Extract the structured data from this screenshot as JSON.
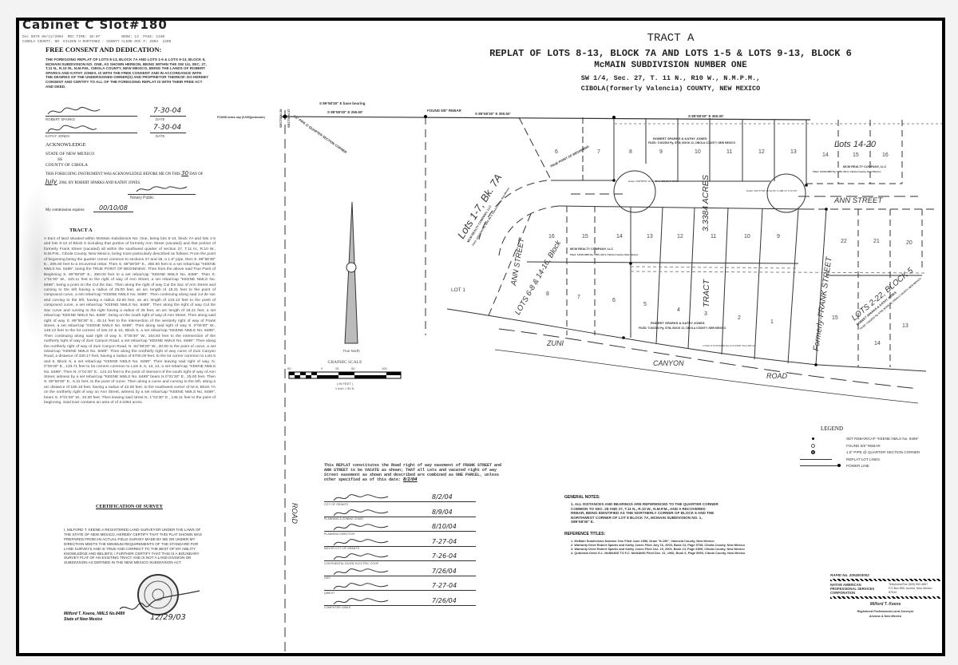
{
  "handwritten_header": "Cabinet C  Slot#180",
  "recording_line_1": "Doc 0679 08/12/2004  REC TIME: 10:07          BOOK: 13  PAGE: 1180",
  "recording_line_2": "CIBOLA COUNTY, NM  EILEEN H MARTINEZ - COUNTY CLERK DOC #: 2004  2209",
  "title": {
    "line1": "TRACT A",
    "line2": "REPLAT OF LOTS 8-13, BLOCK 7A AND LOTS 1-5 & LOTS 9-13, BLOCK 6",
    "line3": "McMAIN SUBDIVISION NUMBER ONE",
    "line4": "SW 1/4, Sec. 27, T. 11 N., R10 W., N.M.P.M.,",
    "line5": "CIBOLA(formerly Valencia) COUNTY, NEW MEXICO"
  },
  "consent": {
    "heading": "FREE CONSENT AND DEDICATION:",
    "text": "THE FOREGOING REPLAT OF LOTS 8-13, BLOCK 7A AND LOTS 1-5 & LOTS 9-13, BLOCK 6, McMAIN SUBDIVISION NO. ONE, AS SHOWN HEREON, BEING WITHIN THE SW 1/4, Sec. 27, T.11 N., R.10 W., N.M.P.M., CIBOLA COUNTY, NEW MEXICO, BEING THE LANDS OF ROBERT SPARKS AND KATHY JONES, IS WITH THE FREE CONSENT AND IN ACCORDANCE WITH THE DESIRES OF THE UNDERSIGNED OWNER(S) AND PROPRIETOR THEREOF. DO HEREBY CONSENT AND CERTIFY TO ALL OF THE FOREGOING REPLAT IS WITH THEIR FREE ACT AND DEED.",
    "signer1": "ROBERT SPARKS",
    "signer1_date": "7-30-04",
    "signer2": "KATHY JONES",
    "signer2_date": "7-30-04",
    "date_label": "DATE"
  },
  "acknowledge": {
    "heading": "ACKNOWLEDGE",
    "state": "STATE OF NEW MEXICO",
    "ss": "SS",
    "county": "COUNTY OF CIBOLA",
    "text_a": "THIS FOREGOING INSTRUMENT WAS ACKNOWLEDGE BEFORE ME ON THIS",
    "day": "30",
    "text_b": "DAY OF",
    "month": "July",
    "text_c": ", 2004, BY ROBERT SPARKS AND KATHY JONES.",
    "notary_label": "Notary Public",
    "commission_label": "My commission expires:",
    "commission_date": "00/10/08"
  },
  "tract": {
    "heading": "TRACT A",
    "description": "A tract of land situated within McMain Subdivision No. One, being lots 8-13, block 7A and lots 1-5 and lots 9-13 of Block 6 including that portion of formerly Ann Street (vacated) and that portion of formerly Frank Street (vacated) all within the southwest quarter of section 27, T.11 N., R.10 W., N.M.P.M., Cibola County, New Mexico, being more particularly described as follows: From the point of beginning being the quarter corner common to sections 27 and 28, a 1.5\" pipe, then S. 89°58'30\" E., 265.50 feet to a recovered rebar. Then S. 89°58'30\" E., 350.50 feet to a set rebar/cap \"KEENE NMLS No. 8489\", being the TRUE POINT OF BEGINNING. Then from the above said True Point of Beginning S. 89°58'30\" E., 360.00 feet to a set rebar/cap \"KEENE NMLS No. 8489\". Then S. 1°01'30\" W., 120.11 feet to the right of way of Ann Street, a set rebar/cap \"KEENE NMLS No. 8489\", being a point on the Cul De Sac. Then along the right of way Cul De Sac of Ann Street and curving to the left having a radius of 25.00 feet, an arc length of 18.21 feet to the point of compound curve, a set rebar/cap \"KEENE NMLS No. 8489\". Then continuing along said cul de sac and curving to the left, having a radius 42.60 feet, an arc length of 133.13 feet to the point of compound curve, a set rebar/cap \"KEENE NMLS No. 8489\". Then along the right of way Cul De Sac curve and curving to the right having a radius of 25 feet, an arc length of 18.21 feet, a set rebar/cap \"KEENE NMLS No. 8489\", being on the south right of way of Ann Street. Then along said right of way S. 89°58'30\" E., 45.14 feet to the intersection of the westerly right of way of Frank Street, a set rebar/cap \"KEENE NMLS No. 8489\". Then along said right of way S. 0°05'30\" W., 148.13 feet to the lot corners of lots 22 & 15, Block 5, a set rebar/cap \"KEENE NMLS No. 8489\". Then continuing along said right of way S. 0°05'30\" W., 164.83 feet to the intersection of the northerly right of way of Zuni Canyon Road, a set rebar/cap \"KEENE NMLS No. 8489\". Then along the northerly right of way of Zuni Canyon Road, N. 84°08'20\" W., 30.00 to the point of curve, a set rebar/cap \"KEENE NMLS No. 8489\". Then along the northerly right of way curve of Zuni Canyon Road, a distance of 330.17 feet, having a radius of 5700.00 feet, to the lot corner common to Lots 5 and 6, Block 6, a set rebar/cap \"KEENE NMLS No. 8489\". Then leaving said right of way, N. 0°05'30\" E., 133.71 feet to lot corners common to Lots 5, 6, 13, 14, a set rebar/cap \"KEENE NMLS No. 8489\". Then N. 0°01'30\" E., 124.24 feet to the point of intersect of the south right of way of Ann Street, witness by a set rebar/cap \"KEENE NMLS No. 8489\" bears N.0°01'30\" E., 25.00 feet. Then S. 89°58'30\" E., 6.31 feet, to the point of curve. Then along a curve and curving to the left, along a arc distance of 180.19 feet, having a radius of 42.00 feet, to the southwest corner of lot 8, Block 7A on the northerly right of way on Ann Street, witness by a set rebar/cap \"KEENE NMLS No. 8489\", bears S. 0°01'30\" W., 20.00 feet. Then leaving said street N. 1°01'30\" E., 145.11 feet to the point of beginning. Said tract contains an area of of 3.3384 acres."
  },
  "certification": {
    "heading": "CERTIFICATION OF SURVEY",
    "text": "I, MILFORD T. KEENE A REGISTERED LAND SURVEYOR UNDER THE LAWS OF THE STATE OF NEW MEXICO, HEREBY CERTIFY THAT THIS PLAT SHOWN WAS PREPARED FROM AN ACTUAL FIELD SURVEY MADE BY ME OR UNDER MY DIRECTION MEETS THE MINIMUM REQUIREMENTS OF THE STANDARD FOR LAND SURVEYS AND IS TRUE AND CORRECT TO THE BEST OF MY ABILITY KNOWLEDGE AND BELIEFS. I FURTHER CERTIFY THAT THIS IS A BOUNDARY SURVEY PLAT OF AN EXISTING TRACT AND IS NOT A LAND DIVISION OR SUBDIVISION AS DEFINED IN THE NEW MEXICO SUBDIVISION ACT.",
    "surveyor": "Milford T. Keene,   NMLS No.8489",
    "state": "State of New Mexico",
    "date": "12/29/03"
  },
  "vacate_note": {
    "text": "This REPLAT constitutes the Road right of way easement of FRANK STREET and ANN STREET to be VACATE as shown; THAT all Lots and vacated right of way Street easement as shown and described are combined as ONE PARCEL, unless other specified as of this date:",
    "date": "8/2/04"
  },
  "approvals": [
    {
      "label": "City of Grants",
      "date": "8/2/04"
    },
    {
      "label": "Planning & Zoning Chair",
      "date": "8/9/04"
    },
    {
      "label": "Planning Director",
      "date": "8/10/04"
    },
    {
      "label": "Mayor City of Grants",
      "date": "7-27-04"
    },
    {
      "label": "Continental Divide Electric Coop",
      "date": "7-26-04"
    },
    {
      "label": "Gas",
      "date": "7/26/04"
    },
    {
      "label": "Qwest",
      "date": "7-27-04"
    },
    {
      "label": "Computer Cable",
      "date": "7/26/04"
    }
  ],
  "general_notes": {
    "heading": "GENERAL NOTES:",
    "items": [
      "1.  ALL DISTANCES AND BEARINGS ARE REFERENCED TO THE QUARTER CORNER COMMON TO SEC. 28 AND 27, T.11 N., R.10 W., N.M.P.M., AND A RECOVERED REBAR, BEING IDENTIFIED AS THE NORTHERLY CORNER OF BLOCK 6 AND THE NORTHWEST CORNER OF LOT 8 BLOCK 7A, McMAIN SUBDIVISION NO. 1, S89°58'30\" E."
    ]
  },
  "reference_titles": {
    "heading": "REFERENCE TITLES:",
    "items": [
      "1.  McMain Subdivision Number One Filed June 1956, Draw \"H-196\", Valencia County, New Mexico",
      "2.  Warranty Deed Robert Sparks and Kathy Jones Filed July 16, 2003, Book 13, Page 5708, Cibola County, New Mexico",
      "3.  Warranty Deed Robert Sparks and Kathy Jones Filed Oct. 15, 2003, Book 13, Page 6805, Cibola County, New Mexico",
      "4.  Quitclaim Deed G.L. McMAINS TO F.C. McMAINS Filed Dec. 31, 1966, Book 6, Page 5055, Cibola County, New Mexico"
    ]
  },
  "legend": {
    "title": "LEGEND",
    "items": [
      {
        "symbol": "filled-dot",
        "label": "SET REBAR/CAP \"KEENE NMLS No. 8489\""
      },
      {
        "symbol": "open-dot",
        "label": "FOUND 5/8\" REBAR"
      },
      {
        "symbol": "circled-dot",
        "label": "1.5\" PIPE @ QUARTER SECTION CORNER"
      },
      {
        "symbol": "solid-line",
        "label": "REPLAT LOT LINES"
      },
      {
        "symbol": "power-line",
        "label": "POWER LINE"
      }
    ]
  },
  "firm": {
    "job": "RAPID No. 2004003002",
    "name": "NATIVE AMERICAN PROFESSIONAL SERVICES CORPORATION",
    "phone": "Telephone/Fax (505) 552-4867",
    "address": "P.O.Box 865, Acoma, New Mexico 87034",
    "surveyor": "Milford T. Keene",
    "role": "Registered Professional Land Surveyor",
    "states": "Arizona & New Mexico"
  },
  "map": {
    "base_bearing": "S 89°58'30\" E base bearing",
    "bearing_1": "S 89°58'30\" E  265.50'",
    "bearing_2": "S 89°58'30\" E  350.50'",
    "bearing_3": "S 89°58'30\" E  360.00'",
    "found_rebar": "FOUND 5/8\" REBAR",
    "found_brass_cap": "FOUND brass cap (0-000)(unknown)",
    "section_28": "SECTION 28",
    "section_27": "SECTION 27",
    "pipe_label": "1.5\" PIPE @ QUARTER SECTION CORNER",
    "true_pob": "TRUE POINT OF BEGINNING",
    "road_vertical": "ROAD",
    "true_north": "True North",
    "scale_title": "GRAPHIC SCALE",
    "scale_units": "( IN FEET )",
    "scale_ratio": "1 inch = 50 ft.",
    "scale_ticks": [
      "50",
      "0",
      "25",
      "50",
      "100"
    ],
    "owner_sparks": "ROBERT SPARKS & KATHY JONES",
    "filed_sparks": "FILED: 7/16/2003 Pg. 5708, BOOK 13, CIBOLA COUNTY, NEW MEXICO",
    "owner_mcm": "MCM REALTY COMPANY, LLC",
    "filed_mcm": "Filed: 12/31/1966 Pg. 5055, Bk 6, Cibola County, New Mexico",
    "lots_7a": "Lots 1-7, Bk. 7A",
    "lots_6_8": "LOTS 6-8 & 14-16, Block",
    "lots_14_20": "Lots 14-20",
    "lots_block5": "LOTS 2-22, BLOCK 5",
    "ann_street": "ANN STREET",
    "ann_street_2": "ANN STREET",
    "frank_street": "Formerly-FRANK STREET",
    "acres": "3.3384  ACRES",
    "tract": "TRACT",
    "zuni": "ZUNI",
    "canyon": "CANYON",
    "road": "ROAD",
    "lot1": "LOT 1",
    "curve1": "Delta= 258°58'50\"  R=42.00'  L=189.19'  T=50.00'",
    "curve2": "Delta= 303°37'48\"  R=42.00'  L=188.13'  T=47.00'",
    "curve3": "L=330.17  R=5700.00  Del.1=3°19'08\"  Tan=165.12",
    "top_lots": [
      "6",
      "7",
      "8",
      "9",
      "10",
      "11",
      "12",
      "13",
      "14",
      "15",
      "16"
    ],
    "mid_lots": [
      "16",
      "15",
      "14",
      "13",
      "12",
      "11",
      "10",
      "9"
    ],
    "bottom_lots": [
      "8",
      "7",
      "6",
      "5",
      "4",
      "3",
      "2",
      "1"
    ],
    "block5_top": [
      "22",
      "21",
      "20"
    ],
    "block5_bottom": [
      "15",
      "14",
      "13"
    ]
  }
}
